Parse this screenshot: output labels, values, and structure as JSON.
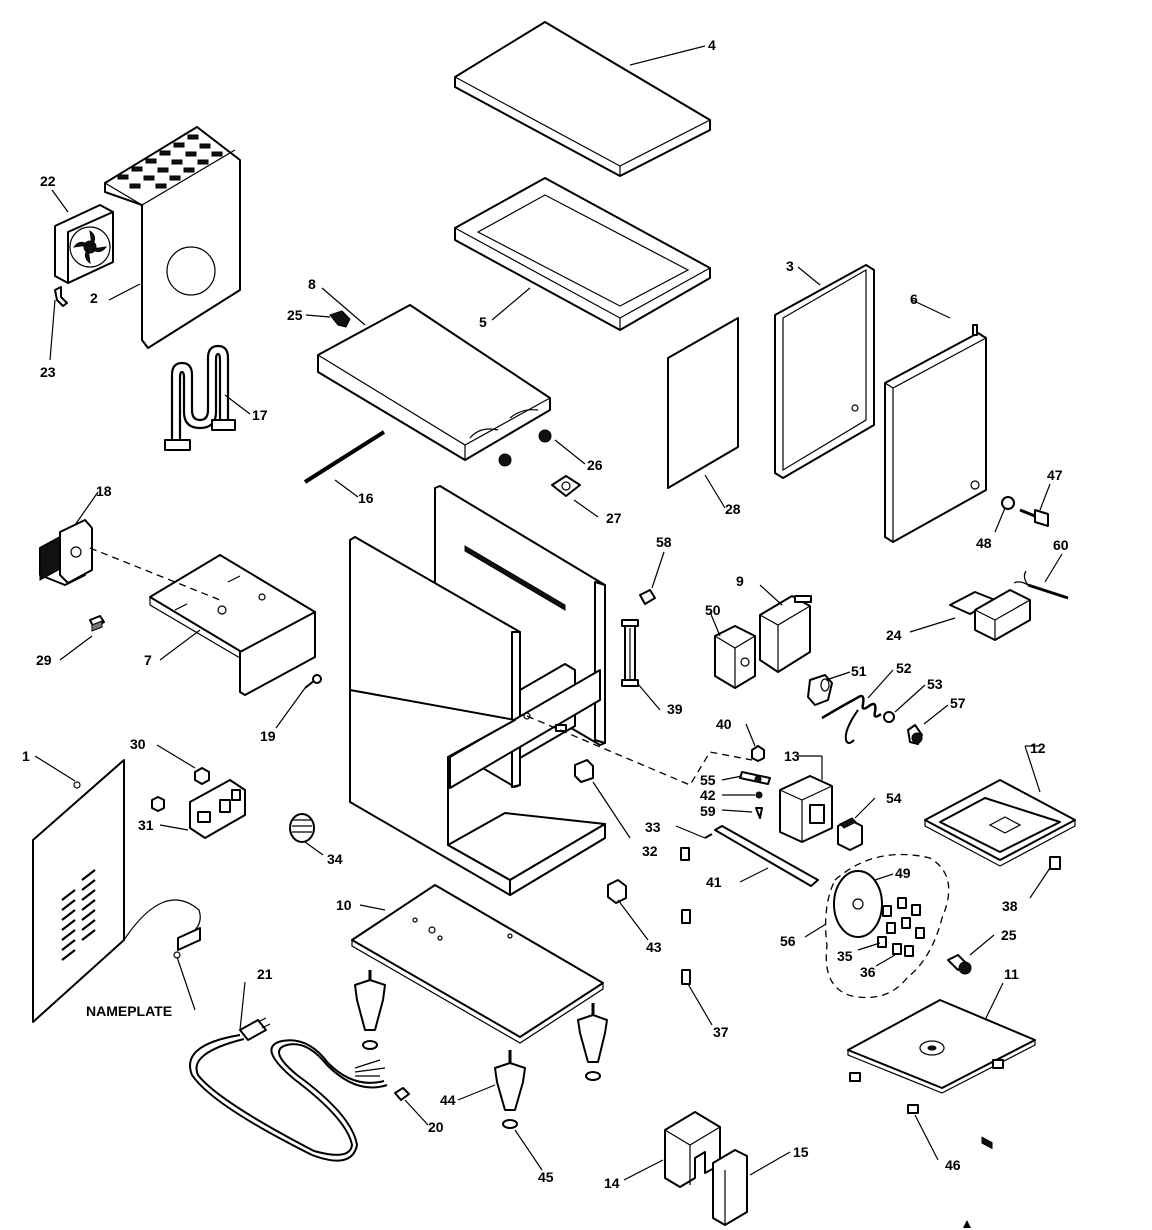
{
  "labels": [
    {
      "id": "4",
      "text": "4"
    },
    {
      "id": "22",
      "text": "22"
    },
    {
      "id": "2",
      "text": "2"
    },
    {
      "id": "23",
      "text": "23"
    },
    {
      "id": "8",
      "text": "8"
    },
    {
      "id": "25a",
      "text": "25"
    },
    {
      "id": "5",
      "text": "5"
    },
    {
      "id": "3",
      "text": "3"
    },
    {
      "id": "6",
      "text": "6"
    },
    {
      "id": "17",
      "text": "17"
    },
    {
      "id": "26",
      "text": "26"
    },
    {
      "id": "16",
      "text": "16"
    },
    {
      "id": "27",
      "text": "27"
    },
    {
      "id": "28",
      "text": "28"
    },
    {
      "id": "47",
      "text": "47"
    },
    {
      "id": "48",
      "text": "48"
    },
    {
      "id": "18",
      "text": "18"
    },
    {
      "id": "58",
      "text": "58"
    },
    {
      "id": "60",
      "text": "60"
    },
    {
      "id": "9",
      "text": "9"
    },
    {
      "id": "24",
      "text": "24"
    },
    {
      "id": "29",
      "text": "29"
    },
    {
      "id": "7",
      "text": "7"
    },
    {
      "id": "50",
      "text": "50"
    },
    {
      "id": "51",
      "text": "51"
    },
    {
      "id": "52",
      "text": "52"
    },
    {
      "id": "53",
      "text": "53"
    },
    {
      "id": "57",
      "text": "57"
    },
    {
      "id": "39",
      "text": "39"
    },
    {
      "id": "19",
      "text": "19"
    },
    {
      "id": "40",
      "text": "40"
    },
    {
      "id": "13",
      "text": "13"
    },
    {
      "id": "12",
      "text": "12"
    },
    {
      "id": "1",
      "text": "1"
    },
    {
      "id": "30",
      "text": "30"
    },
    {
      "id": "55",
      "text": "55"
    },
    {
      "id": "42",
      "text": "42"
    },
    {
      "id": "59",
      "text": "59"
    },
    {
      "id": "54",
      "text": "54"
    },
    {
      "id": "31",
      "text": "31"
    },
    {
      "id": "33",
      "text": "33"
    },
    {
      "id": "32",
      "text": "32"
    },
    {
      "id": "34",
      "text": "34"
    },
    {
      "id": "49",
      "text": "49"
    },
    {
      "id": "41",
      "text": "41"
    },
    {
      "id": "38",
      "text": "38"
    },
    {
      "id": "10",
      "text": "10"
    },
    {
      "id": "43",
      "text": "43"
    },
    {
      "id": "56",
      "text": "56"
    },
    {
      "id": "25b",
      "text": "25"
    },
    {
      "id": "35",
      "text": "35"
    },
    {
      "id": "36",
      "text": "36"
    },
    {
      "id": "21",
      "text": "21"
    },
    {
      "id": "11",
      "text": "11"
    },
    {
      "id": "nameplate",
      "text": "NAMEPLATE"
    },
    {
      "id": "37",
      "text": "37"
    },
    {
      "id": "44",
      "text": "44"
    },
    {
      "id": "20",
      "text": "20"
    },
    {
      "id": "45",
      "text": "45"
    },
    {
      "id": "46",
      "text": "46"
    },
    {
      "id": "14",
      "text": "14"
    },
    {
      "id": "15",
      "text": "15"
    }
  ]
}
